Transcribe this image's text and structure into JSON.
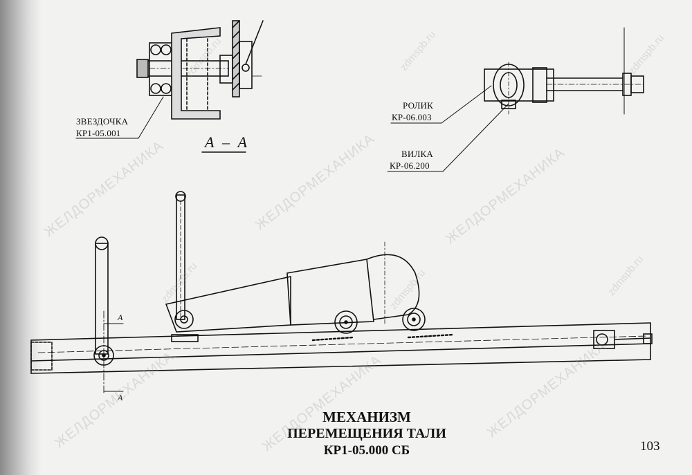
{
  "labels": {
    "sprocket_name": "ЗВЕЗДОЧКА",
    "sprocket_code": "КР1-05.001",
    "roller_name": "РОЛИК",
    "roller_code": "КР-06.003",
    "fork_name": "ВИЛКА",
    "fork_code": "КР-06.200",
    "section_view": "А – А",
    "section_mark_top": "А",
    "section_mark_bottom": "А"
  },
  "title": {
    "line1": "МЕХАНИЗМ",
    "line2": "ПЕРЕМЕЩЕНИЯ ТАЛИ",
    "line3": "КР1-05.000 СБ"
  },
  "page_number": "103",
  "watermarks": {
    "site": "zdmspb.ru",
    "brand": "ЖЕЛДОРМЕХАНИКА"
  },
  "colors": {
    "paper": "#f2f2f0",
    "ink": "#111111",
    "watermark": "#9a9a9a"
  }
}
